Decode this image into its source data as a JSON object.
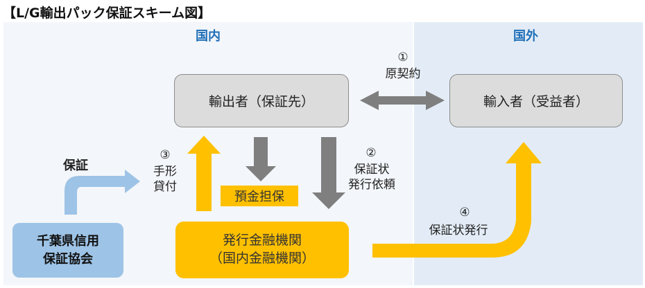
{
  "title": "【L/G輸出パック保証スキーム図】",
  "zones": {
    "domestic": "国内",
    "foreign": "国外"
  },
  "nodes": {
    "exporter": "輸出者（保証先）",
    "importer": "輸入者（受益者）",
    "bank_line1": "発行金融機関",
    "bank_line2": "（国内金融機関）",
    "guarantor_line1": "千葉県信用",
    "guarantor_line2": "保証協会"
  },
  "labels": {
    "step1_num": "①",
    "step1_text": "原契約",
    "step2_num": "②",
    "step2_line1": "保証状",
    "step2_line2": "発行依頼",
    "step3_num": "③",
    "step3_line1": "手形",
    "step3_line2": "貸付",
    "step4_num": "④",
    "step4_text": "保証状発行",
    "guarantee": "保証",
    "deposit": "預金担保"
  },
  "colors": {
    "yellow": "#ffc000",
    "grey": "#7f7f7f",
    "blue": "#9dc3e6",
    "accent": "#1f6fb8"
  }
}
